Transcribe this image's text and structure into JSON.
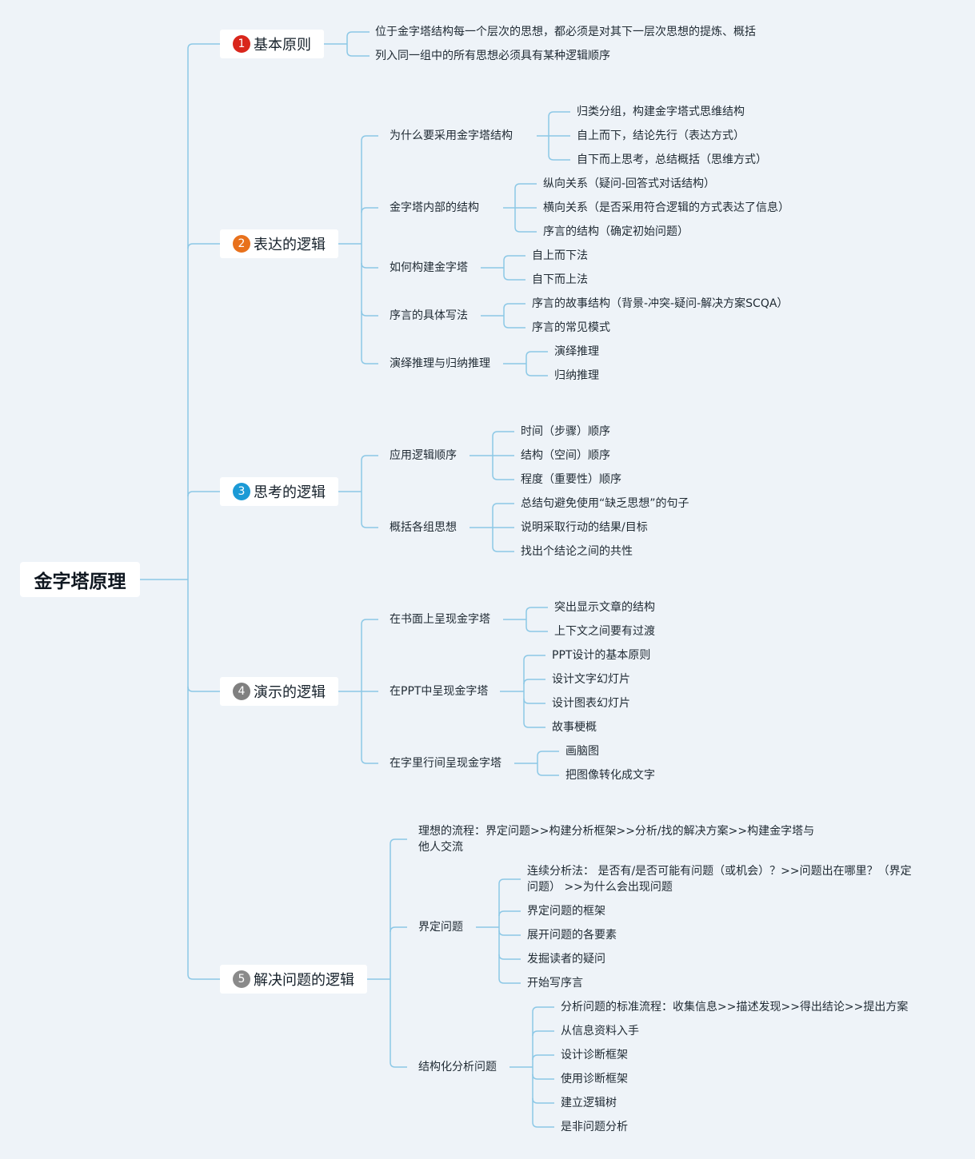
{
  "root": "金字塔原理",
  "line_color": "#8cc8e6",
  "sections": [
    {
      "num": "1",
      "badge_color": "#d9261c",
      "title": "基本原则",
      "leaves": [
        "位于金字塔结构每一个层次的思想，都必须是对其下一层次思想的提炼、概括",
        "列入同一组中的所有思想必须具有某种逻辑顺序"
      ]
    },
    {
      "num": "2",
      "badge_color": "#e8711c",
      "title": "表达的逻辑",
      "subs": [
        {
          "label": "为什么要采用金字塔结构",
          "leaves": [
            "归类分组，构建金字塔式思维结构",
            "自上而下，结论先行（表达方式）",
            "自下而上思考，总结概括（思维方式）"
          ]
        },
        {
          "label": "金字塔内部的结构",
          "leaves": [
            "纵向关系（疑问-回答式对话结构）",
            "横向关系（是否采用符合逻辑的方式表达了信息）",
            "序言的结构（确定初始问题）"
          ]
        },
        {
          "label": "如何构建金字塔",
          "leaves": [
            "自上而下法",
            "自下而上法"
          ]
        },
        {
          "label": "序言的具体写法",
          "leaves": [
            "序言的故事结构（背景-冲突-疑问-解决方案SCQA）",
            "序言的常见模式"
          ]
        },
        {
          "label": "演绎推理与归纳推理",
          "leaves": [
            "演绎推理",
            "归纳推理"
          ]
        }
      ]
    },
    {
      "num": "3",
      "badge_color": "#1b9ad6",
      "title": "思考的逻辑",
      "subs": [
        {
          "label": "应用逻辑顺序",
          "leaves": [
            "时间（步骤）顺序",
            "结构（空间）顺序",
            "程度（重要性）顺序"
          ]
        },
        {
          "label": "概括各组思想",
          "leaves": [
            "总结句避免使用“缺乏思想”的句子",
            "说明采取行动的结果/目标",
            "找出个结论之间的共性"
          ]
        }
      ]
    },
    {
      "num": "4",
      "badge_color": "#808080",
      "title": "演示的逻辑",
      "subs": [
        {
          "label": "在书面上呈现金字塔",
          "leaves": [
            "突出显示文章的结构",
            "上下文之间要有过渡"
          ]
        },
        {
          "label": "在PPT中呈现金字塔",
          "leaves": [
            "PPT设计的基本原则",
            "设计文字幻灯片",
            "设计图表幻灯片",
            "故事梗概"
          ]
        },
        {
          "label": "在字里行间呈现金字塔",
          "leaves": [
            "画脑图",
            "把图像转化成文字"
          ]
        }
      ]
    },
    {
      "num": "5",
      "badge_color": "#8a8a8a",
      "title": "解决问题的逻辑",
      "subs": [
        {
          "label": "理想的流程：界定问题>>构建分析框架>>分析/找的解决方案>>构建金字塔与他人交流",
          "leaves": []
        },
        {
          "label": "界定问题",
          "leaves": [
            "连续分析法： 是否有/是否可能有问题（或机会）？>>问题出在哪里？（界定问题） >>为什么会出现问题",
            "界定问题的框架",
            "展开问题的各要素",
            "发掘读者的疑问",
            "开始写序言"
          ]
        },
        {
          "label": "结构化分析问题",
          "leaves": [
            "分析问题的标准流程：收集信息>>描述发现>>得出结论>>提出方案",
            "从信息资料入手",
            "设计诊断框架",
            "使用诊断框架",
            "建立逻辑树",
            "是非问题分析"
          ]
        }
      ]
    }
  ]
}
